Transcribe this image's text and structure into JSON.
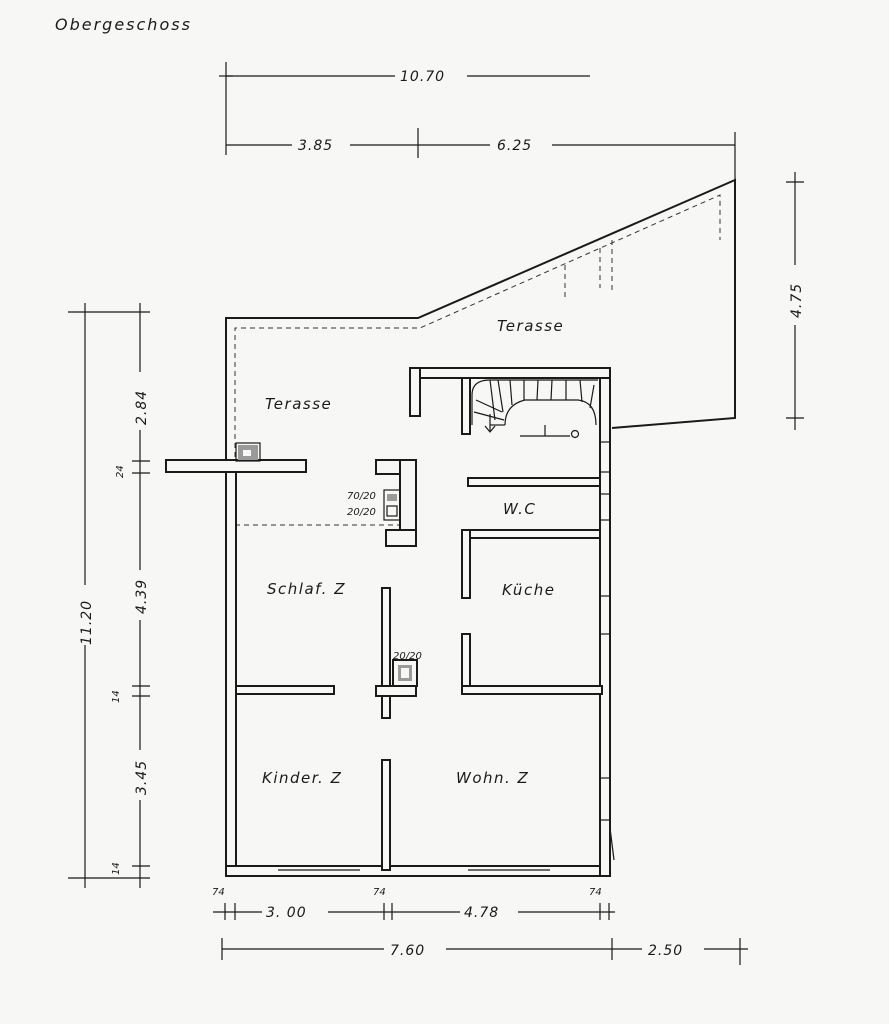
{
  "title": "Obergeschoss",
  "rooms": {
    "terrace_upper": "Terasse",
    "terrace_left": "Terasse",
    "wc": "W.C",
    "bedroom": "Schlaf. Z",
    "kitchen": "Küche",
    "children": "Kinder. Z",
    "living": "Wohn. Z"
  },
  "chimneys": {
    "top_a": "70/20",
    "top_b": "20/20",
    "middle": "20/20"
  },
  "dimensions": {
    "top_total": "10.70",
    "top_left": "3.85",
    "top_right": "6.25",
    "right_side": "4.75",
    "left_total": "11.20",
    "left_1": "2.84",
    "left_2": "24",
    "left_3": "4.39",
    "left_4": "14",
    "left_5": "3.45",
    "left_6": "14",
    "bottom_wall_1": "74",
    "bottom_wall_2": "74",
    "bottom_wall_3": "74",
    "bottom_room_1": "3. 00",
    "bottom_room_2": "4.78",
    "bottom_total": "7.60",
    "bottom_extra": "2.50"
  }
}
